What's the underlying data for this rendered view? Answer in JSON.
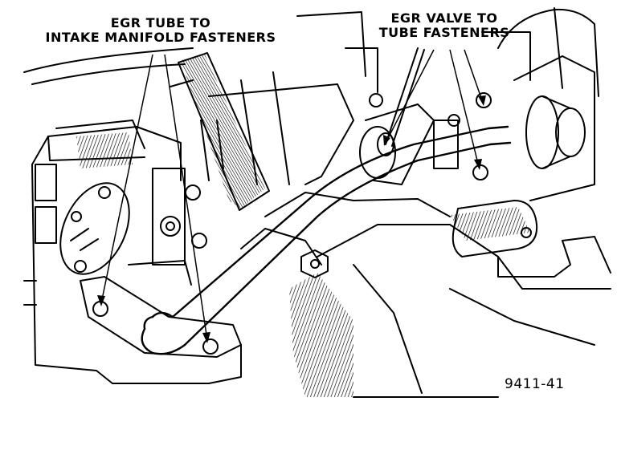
{
  "callouts": {
    "left": {
      "line1": "EGR TUBE TO",
      "line2": "INTAKE MANIFOLD FASTENERS"
    },
    "right": {
      "line1": "EGR VALVE TO",
      "line2": "TUBE FASTENERS"
    }
  },
  "figure_id": "9411-41"
}
